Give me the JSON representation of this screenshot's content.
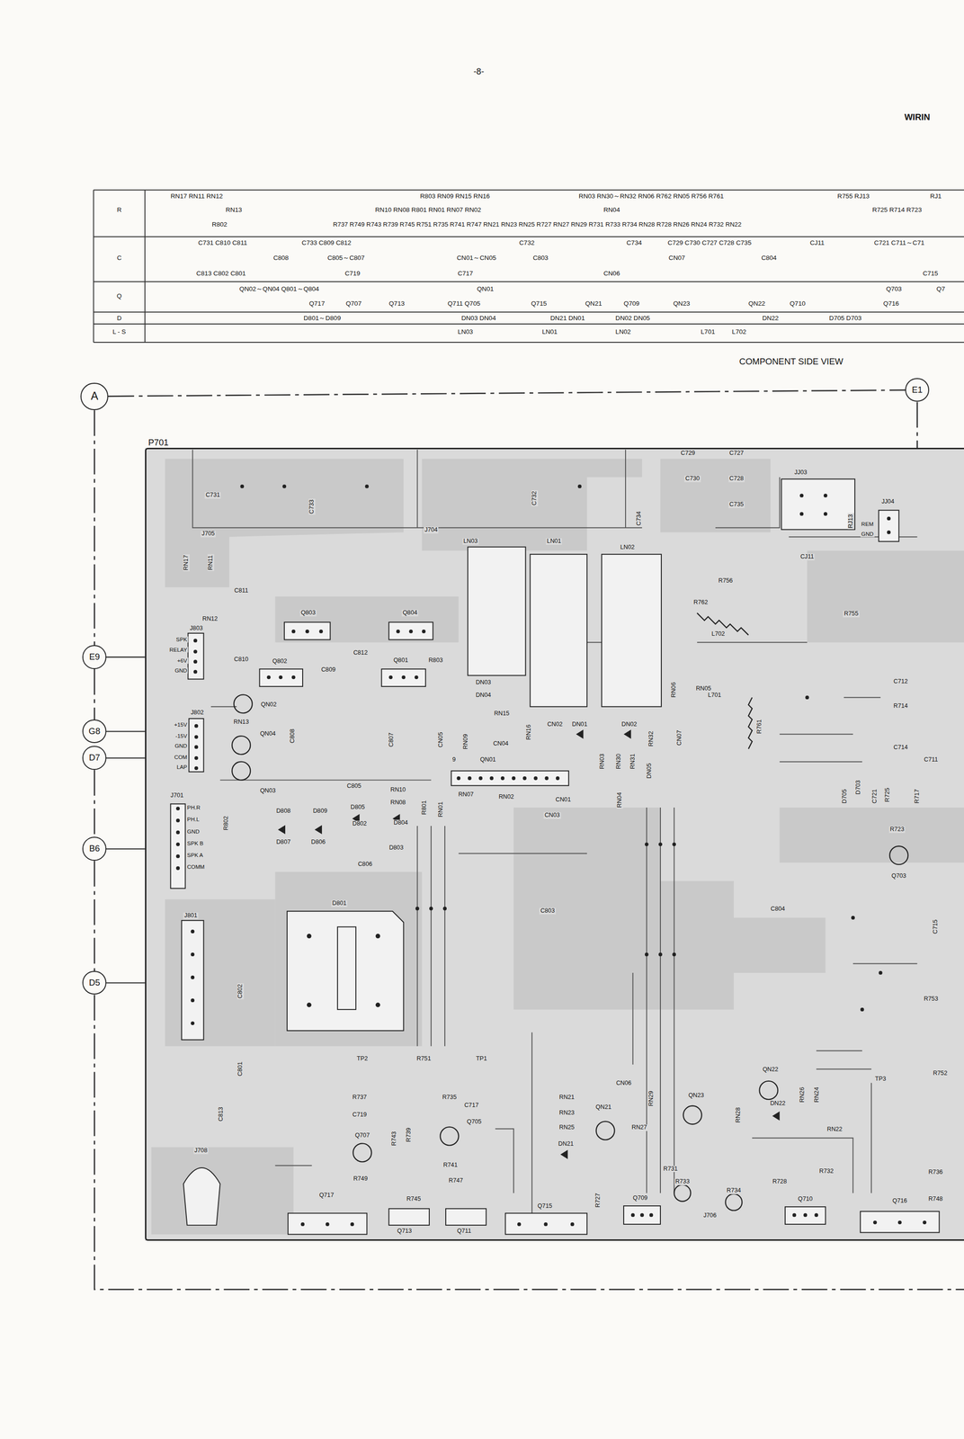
{
  "diagram": {
    "nodes": [
      {
        "text": [
          "A"
        ]
      },
      {
        "text": [
          "E1"
        ]
      },
      {
        "text": [
          "P701"
        ]
      },
      {
        "text": [
          "E9"
        ]
      },
      {
        "text": [
          "G8"
        ]
      },
      {
        "text": [
          "D7"
        ]
      },
      {
        "text": [
          "B6"
        ]
      },
      {
        "text": [
          "D5"
        ]
      }
    ],
    "edges": [
      {
        "from": 0,
        "to": 1,
        "arrow": "none"
      }
    ],
    "labels": [
      "-8-",
      "WIRIN",
      "R",
      "C",
      "Q",
      "D",
      "L - S",
      "RN17 RN11 RN12",
      "R803 RN09 RN15 RN16",
      "RN03 RN30～RN32 RN06 R762 RN05 R756 R761",
      "R755 RJ13",
      "RJ1",
      "RN13",
      "RN10 RN08 R801 RN01 RN07 RN02",
      "RN04",
      "R725 R714 R723",
      "R802",
      "R737 R749 R743 R739 R745 R751 R735 R741 R747 RN21 RN23 RN25 R727 RN27 RN29 R731 R733 R734 RN28 R728 RN26 RN24 R732 RN22",
      "C731 C810 C811",
      "C733 C809 C812",
      "C732",
      "C734",
      "C729 C730 C727 C728 C735",
      "CJ11",
      "C721 C711～C71",
      "C808",
      "C805～C807",
      "CN01～CN05",
      "C803",
      "CN07",
      "C804",
      "C813 C802 C801",
      "C719",
      "C717",
      "CN06",
      "C715",
      "QN02～QN04 Q801～Q804",
      "QN01",
      "Q703",
      "Q7",
      "Q717",
      "Q707",
      "Q713",
      "Q711 Q705",
      "Q715",
      "QN21",
      "Q709",
      "QN23",
      "QN22",
      "Q710",
      "Q716",
      "D801～D809",
      "DN03 DN04",
      "DN21 DN01",
      "DN02 DN05",
      "DN22",
      "D705 D703",
      "LN03",
      "LN01",
      "LN02",
      "L701",
      "L702",
      "COMPONENT SIDE VIEW",
      "J705",
      "J704",
      "J803",
      "SPK",
      "RELAY",
      "+6V",
      "GND",
      "J802",
      "+15V",
      "-15V",
      "GND",
      "COM",
      "LAP",
      "J701",
      "PH.R",
      "PH.L",
      "GND",
      "SPK B",
      "SPK A",
      "COMM",
      "J801",
      "J708",
      "J706",
      "JJ03",
      "JJ04",
      "REM",
      "GND",
      "RJ13",
      "C731",
      "C733",
      "C732",
      "C734",
      "C729",
      "C727",
      "C730",
      "C728",
      "C735",
      "CJ11",
      "LN03",
      "LN01",
      "LN02",
      "RN17",
      "RN11",
      "C811",
      "RN12",
      "Q803",
      "Q804",
      "R756",
      "R762",
      "L702",
      "R755",
      "C810",
      "Q802",
      "C812",
      "C809",
      "Q801",
      "R803",
      "DN03",
      "DN04",
      "RN15",
      "RN05",
      "RN06",
      "L701",
      "C712",
      "R714",
      "RN13",
      "QN02",
      "QN04",
      "QN03",
      "C808",
      "C807",
      "CN05",
      "RN09",
      "CN04",
      "RN16",
      "CN02",
      "DN01",
      "DN02",
      "RN32",
      "CN07",
      "R761",
      "C714",
      "C711",
      "QN01",
      "9",
      "RN03",
      "RN30",
      "RN31",
      "DN05",
      "RN07",
      "RN02",
      "CN01",
      "CN03",
      "RN10",
      "RN08",
      "R801",
      "RN01",
      "RN04",
      "C805",
      "D808",
      "D809",
      "D805",
      "D802",
      "D804",
      "D807",
      "D806",
      "D803",
      "C806",
      "R802",
      "D705",
      "D703",
      "C721",
      "R725",
      "R717",
      "R723",
      "Q703",
      "D801",
      "C803",
      "C804",
      "C715",
      "R753",
      "C802",
      "C801",
      "C813",
      "TP2",
      "R751",
      "TP1",
      "TP3",
      "R752",
      "R737",
      "R735",
      "C719",
      "C717",
      "Q705",
      "Q707",
      "R743",
      "R739",
      "RN21",
      "RN23",
      "RN25",
      "CN06",
      "RN29",
      "QN21",
      "QN23",
      "QN22",
      "RN26",
      "RN24",
      "RN28",
      "RN27",
      "DN22",
      "RN22",
      "DN21",
      "R741",
      "R747",
      "R749",
      "R745",
      "R731",
      "R733",
      "R734",
      "R728",
      "R732",
      "R736",
      "R748",
      "R727",
      "Q717",
      "Q713",
      "Q711",
      "Q715",
      "Q709",
      "Q710",
      "Q716"
    ]
  }
}
